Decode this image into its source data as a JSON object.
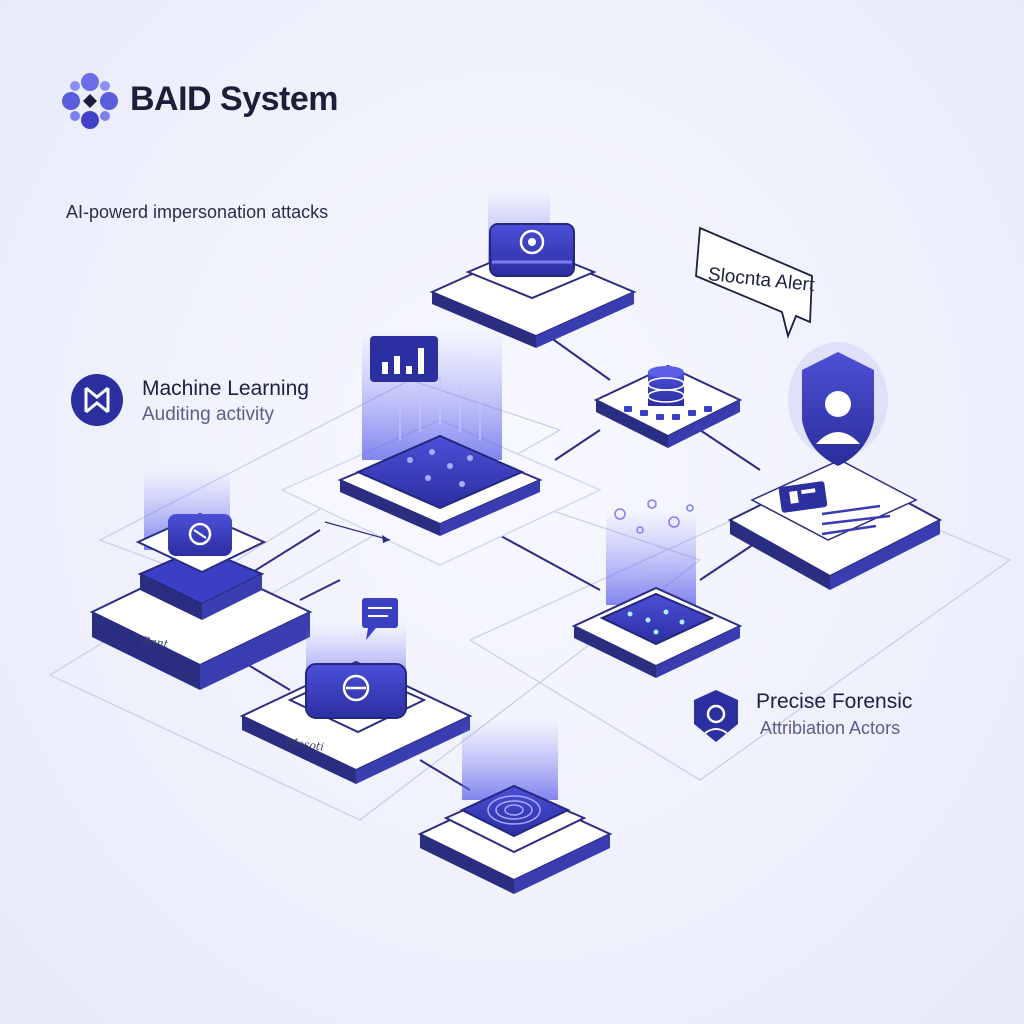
{
  "brand": {
    "title": "BAID System",
    "logo_icon": "cluster-logo-icon"
  },
  "tagline": "AI-powerd impersonation attacks",
  "machine_learning": {
    "title": "Machine Learning",
    "subtitle": "Auditing activity",
    "icon": "ml-badge-icon"
  },
  "alert": {
    "text": "Slocnta Alert",
    "icon": "speech-bubble-icon"
  },
  "forensic": {
    "title": "Precise Forensic",
    "subtitle": "Attribiation Actors",
    "icon": "forensic-badge-icon"
  },
  "platform_labels": {
    "left_base": "Bant",
    "middle_base": "Mosoti"
  },
  "colors": {
    "primary": "#3b3fc4",
    "dark": "#24277e",
    "light": "#eef0fc",
    "accent": "#7b7ff0"
  }
}
